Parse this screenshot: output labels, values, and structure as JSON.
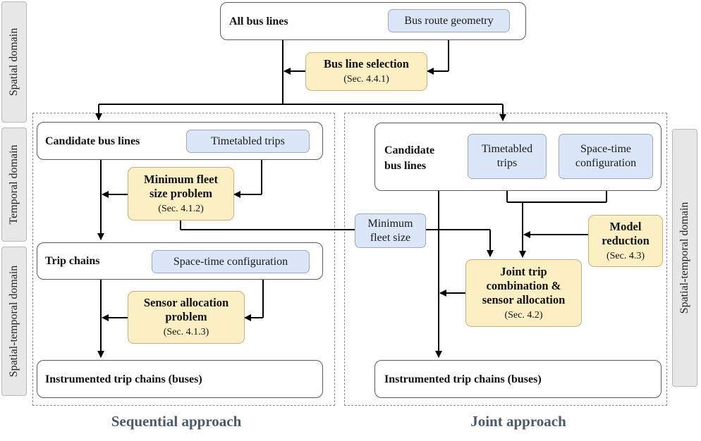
{
  "side_labels": {
    "spatial": "Spatial domain",
    "temporal": "Temporal domain",
    "spatial_temporal_left": "Spatial-temporal domain",
    "spatial_temporal_right": "Spatial-temporal domain"
  },
  "top": {
    "all_bus_lines": "All bus lines",
    "bus_route_geometry": "Bus route geometry",
    "bus_line_selection": {
      "title": "Bus line selection",
      "sec": "(Sec. 4.4.1)"
    }
  },
  "sequential": {
    "candidate_bus_lines": "Candidate bus lines",
    "timetabled_trips": "Timetabled trips",
    "min_fleet": {
      "title_line1": "Minimum fleet",
      "title_line2": "size problem",
      "sec": "(Sec. 4.1.2)"
    },
    "trip_chains": "Trip chains",
    "space_time_configuration": "Space-time configuration",
    "sensor_alloc": {
      "title_line1": "Sensor allocation",
      "title_line2": "problem",
      "sec": "(Sec. 4.1.3)"
    },
    "instrumented": "Instrumented trip chains (buses)",
    "approach_label": "Sequential approach"
  },
  "joint": {
    "candidate_line1": "Candidate",
    "candidate_line2": "bus lines",
    "timetabled_line1": "Timetabled",
    "timetabled_line2": "trips",
    "stc_line1": "Space-time",
    "stc_line2": "configuration",
    "minimum_fleet_line1": "Minimum",
    "minimum_fleet_line2": "fleet size",
    "model_reduction": {
      "title_line1": "Model",
      "title_line2": "reduction",
      "sec": "(Sec. 4.3)"
    },
    "joint_trip": {
      "title_line1": "Joint trip",
      "title_line2": "combination &",
      "title_line3": "sensor allocation",
      "sec": "(Sec. 4.2)"
    },
    "instrumented": "Instrumented trip chains (buses)",
    "approach_label": "Joint approach"
  }
}
